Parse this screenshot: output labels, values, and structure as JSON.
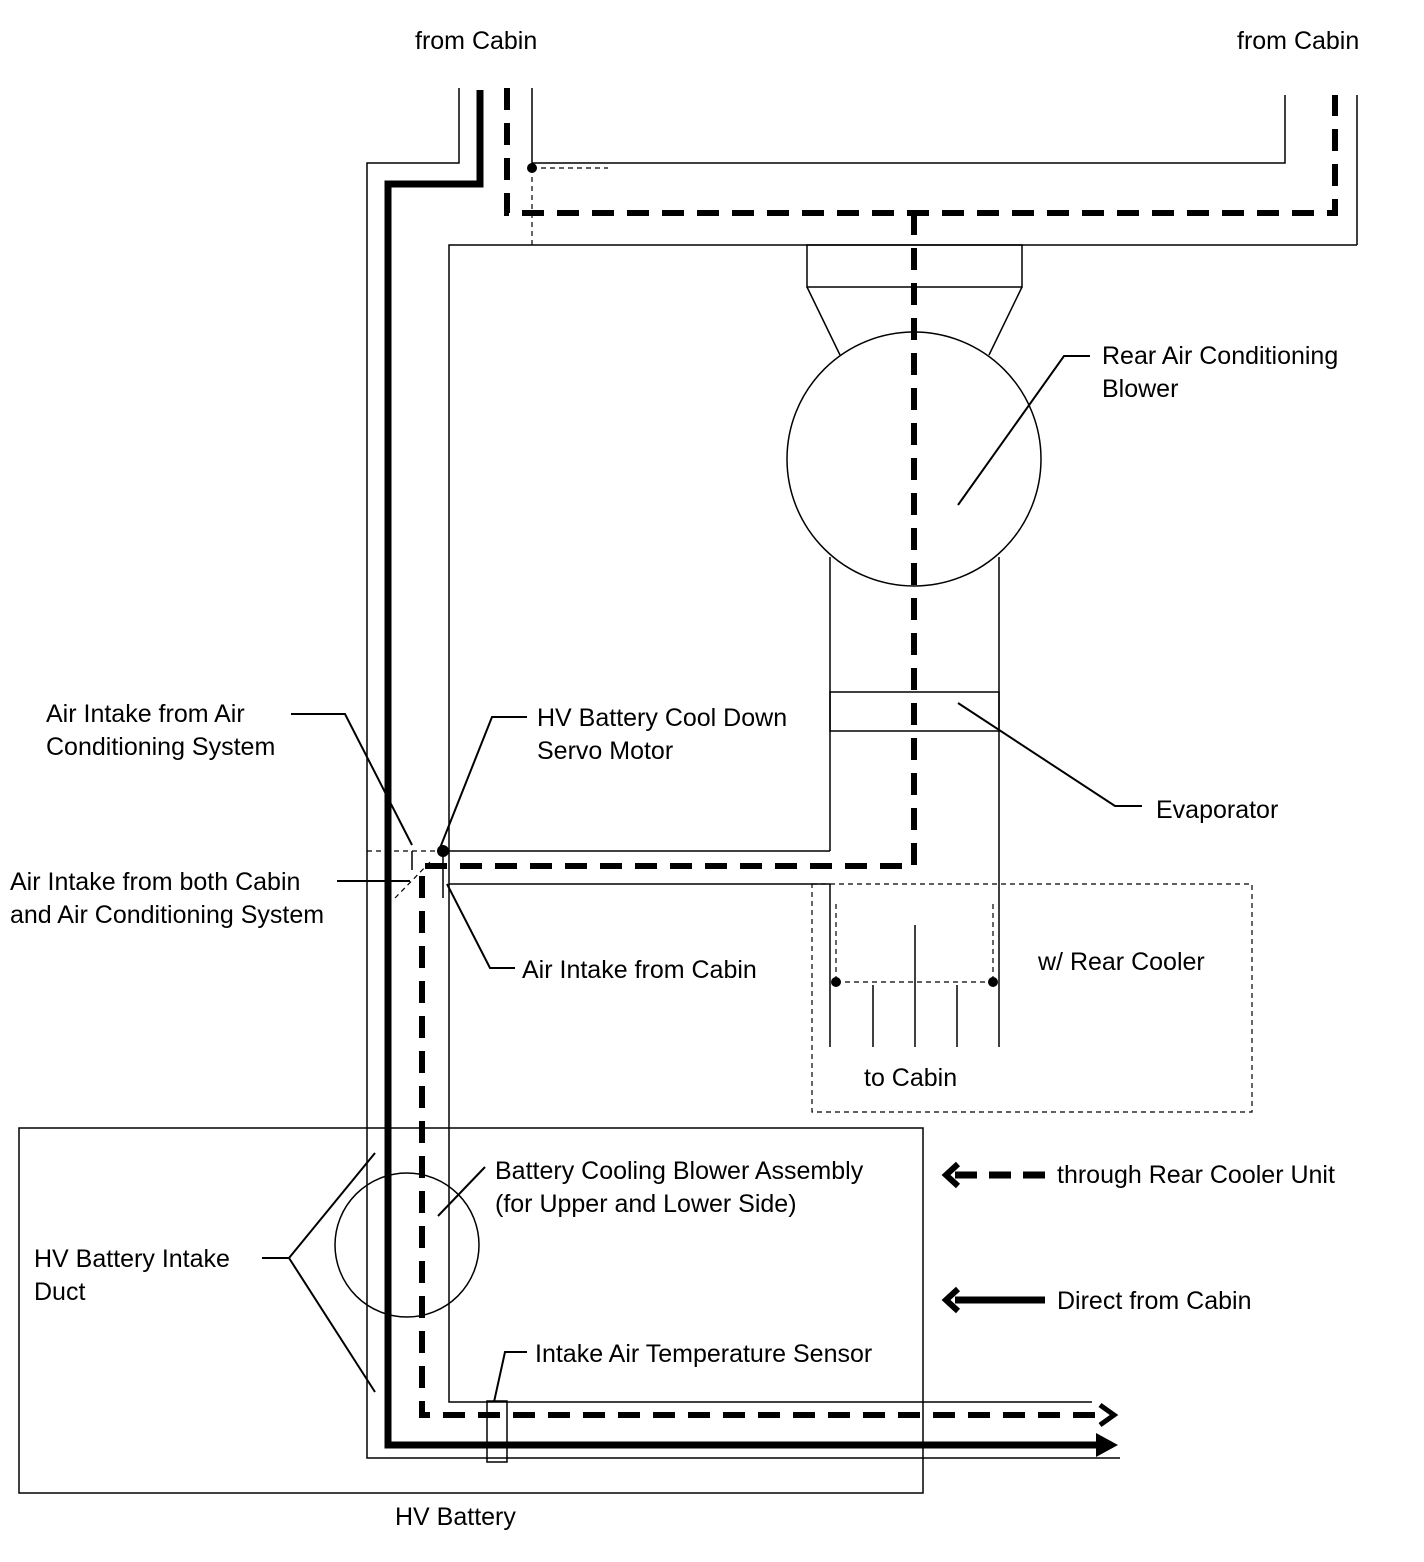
{
  "labels": {
    "from_cabin_left": "from Cabin",
    "from_cabin_right": "from Cabin",
    "rear_ac_blower_line1": "Rear Air Conditioning",
    "rear_ac_blower_line2": "Blower",
    "air_intake_ac_line1": "Air Intake from Air",
    "air_intake_ac_line2": "Conditioning System",
    "servo_line1": "HV Battery Cool Down",
    "servo_line2": "Servo Motor",
    "evaporator": "Evaporator",
    "air_intake_both_line1": "Air Intake from both Cabin",
    "air_intake_both_line2": "and Air Conditioning System",
    "air_intake_cabin": "Air Intake from Cabin",
    "rear_cooler": "w/ Rear Cooler",
    "to_cabin": "to Cabin",
    "blower_assy_line1": "Battery Cooling Blower Assembly",
    "blower_assy_line2": "(for Upper and Lower Side)",
    "intake_duct_line1": "HV Battery Intake",
    "intake_duct_line2": "Duct",
    "temp_sensor": "Intake Air Temperature Sensor",
    "hv_battery": "HV Battery"
  },
  "legend": [
    {
      "style": "dashed",
      "label": "through Rear Cooler Unit"
    },
    {
      "style": "solid",
      "label": "Direct from Cabin"
    }
  ],
  "colors": {
    "line": "#000000",
    "background": "#ffffff"
  }
}
